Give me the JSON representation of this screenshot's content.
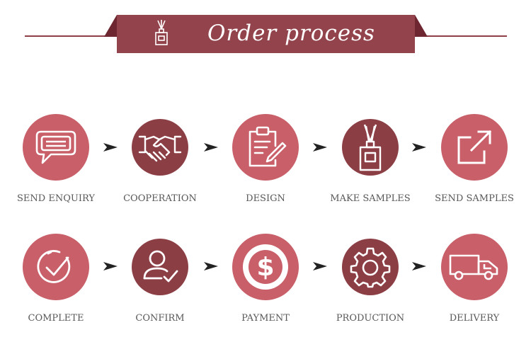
{
  "header": {
    "title": "Order process",
    "icon": "reed-diffuser-icon"
  },
  "colors": {
    "accent_light": "#c85f69",
    "accent_dark": "#8c3e45",
    "banner": "#93434b",
    "text": "#585858"
  },
  "steps_row1": [
    {
      "label": "SEND ENQUIRY",
      "icon": "chat-bubble-icon"
    },
    {
      "label": "COOPERATION",
      "icon": "handshake-icon"
    },
    {
      "label": "DESIGN",
      "icon": "clipboard-pen-icon"
    },
    {
      "label": "MAKE SAMPLES",
      "icon": "reed-diffuser-bottle-icon"
    },
    {
      "label": "SEND SAMPLES",
      "icon": "share-arrow-icon"
    }
  ],
  "steps_row2": [
    {
      "label": "COMPLETE",
      "icon": "check-circle-icon"
    },
    {
      "label": "CONFIRM",
      "icon": "user-check-icon"
    },
    {
      "label": "PAYMENT",
      "icon": "dollar-coin-icon"
    },
    {
      "label": "PRODUCTION",
      "icon": "gear-icon"
    },
    {
      "label": "DELIVERY",
      "icon": "truck-icon"
    }
  ]
}
